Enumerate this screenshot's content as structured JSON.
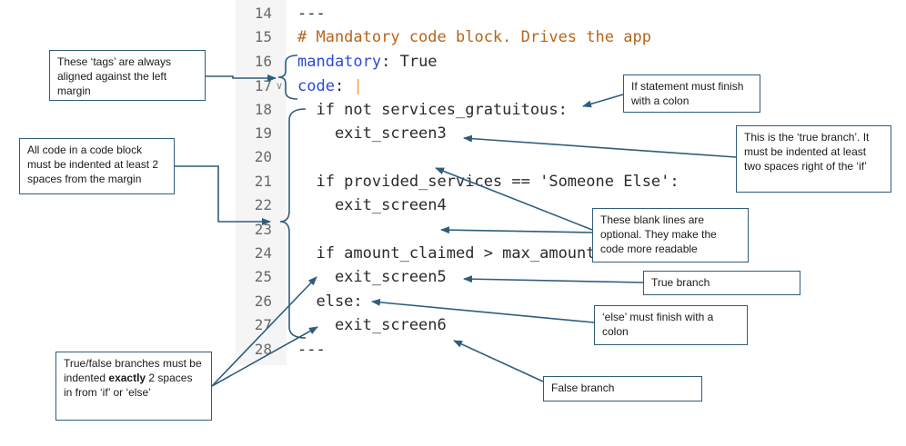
{
  "editor": {
    "lines": [
      {
        "num": "14",
        "code": "---"
      },
      {
        "num": "15",
        "code": "# Mandatory code block. Drives the app"
      },
      {
        "num": "16",
        "code": "mandatory: True"
      },
      {
        "num": "17",
        "code": "code: |"
      },
      {
        "num": "18",
        "code": "  if not services_gratuitous:"
      },
      {
        "num": "19",
        "code": "    exit_screen3"
      },
      {
        "num": "20",
        "code": ""
      },
      {
        "num": "21",
        "code": "  if provided_services == 'Someone Else':"
      },
      {
        "num": "22",
        "code": "    exit_screen4"
      },
      {
        "num": "23",
        "code": ""
      },
      {
        "num": "24",
        "code": "  if amount_claimed > max_amount_claimable:"
      },
      {
        "num": "25",
        "code": "    exit_screen5"
      },
      {
        "num": "26",
        "code": "  else:"
      },
      {
        "num": "27",
        "code": "    exit_screen6"
      },
      {
        "num": "28",
        "code": "---"
      }
    ]
  },
  "callouts": {
    "tags": "These ‘tags’ are always aligned against the left margin",
    "indent": "All code in a code block must be indented at least 2 spaces from the margin",
    "if_colon": "If statement must finish with a colon",
    "true_branch_note": "This is the ‘true branch’. It must be indented at least two spaces right of the ‘if’",
    "blank_lines": "These blank lines are optional. They make the code more readable",
    "true_branch": "True branch",
    "else_colon": "‘else’ must finish with a colon",
    "false_branch": "False branch",
    "branches_pre": "True/false branches must be indented ",
    "branches_bold": "exactly",
    "branches_post": " 2 spaces in from ‘if’ or ‘else’"
  },
  "colors": {
    "arrow": "#2f5d7c",
    "keyword": "#2b4ad8",
    "comment": "#b5651d",
    "cursor": "#f0a030"
  }
}
